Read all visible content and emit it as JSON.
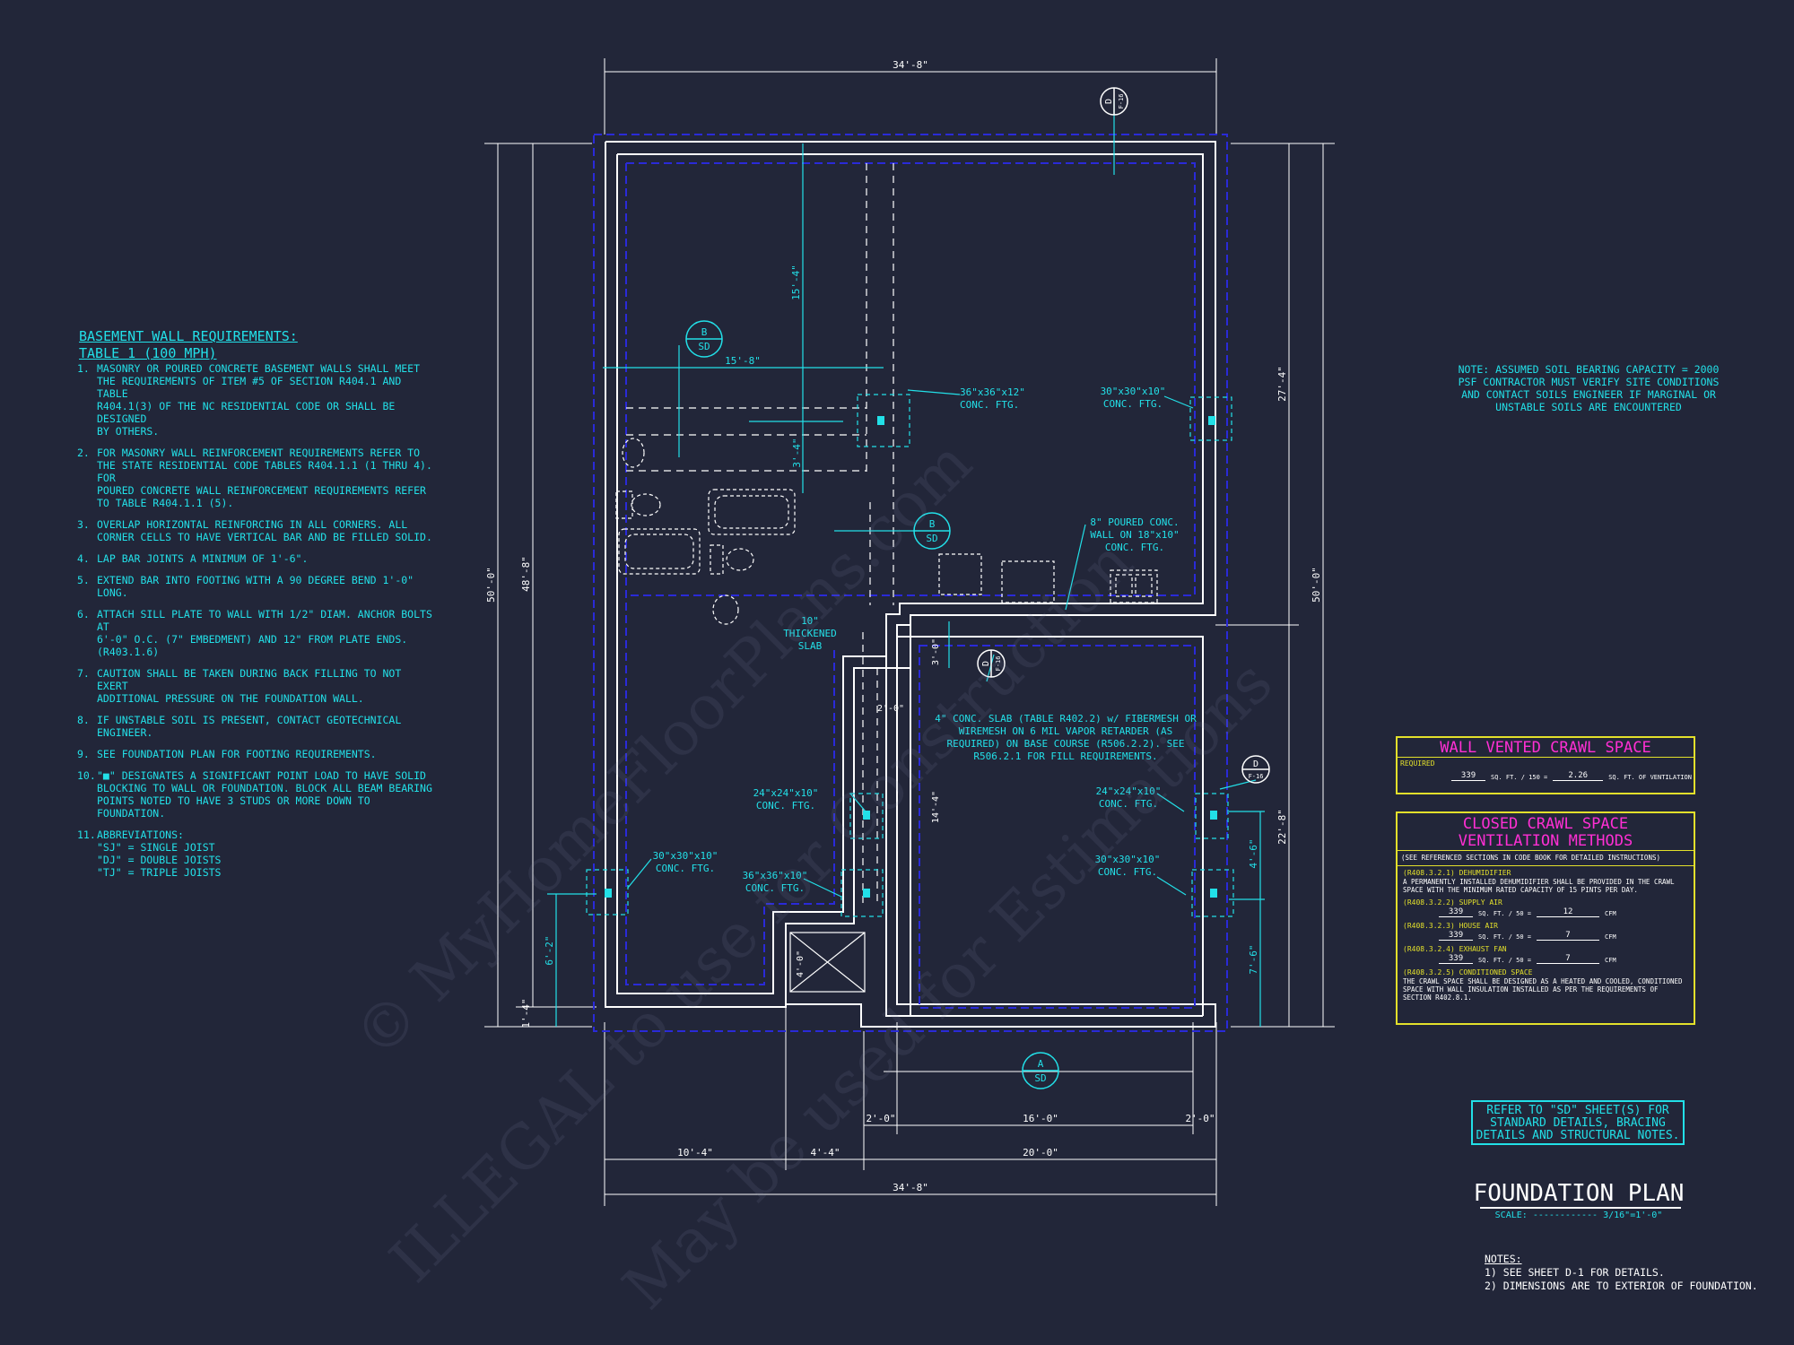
{
  "colors": {
    "background": "#222639",
    "wall_line": "#ffffff",
    "dashed_outline": "#2a2ad8",
    "annotation": "#22e0e8",
    "panel_border": "#e3e02b",
    "panel_title": "#ff2fd4"
  },
  "requirements": {
    "heading": "BASEMENT WALL REQUIREMENTS:",
    "subheading": "TABLE 1 (100 MPH)",
    "items": [
      {
        "num": "1.",
        "text": "MASONRY OR POURED CONCRETE BASEMENT WALLS SHALL MEET\nTHE REQUIREMENTS OF ITEM #5 OF SECTION R404.1 AND TABLE\nR404.1(3) OF THE NC RESIDENTIAL CODE OR SHALL BE DESIGNED\nBY OTHERS."
      },
      {
        "num": "2.",
        "text": "FOR MASONRY WALL REINFORCEMENT REQUIREMENTS REFER TO\nTHE STATE RESIDENTIAL CODE TABLES R404.1.1 (1 THRU 4). FOR\nPOURED CONCRETE WALL REINFORCEMENT REQUIREMENTS REFER\nTO TABLE R404.1.1 (5)."
      },
      {
        "num": "3.",
        "text": "OVERLAP HORIZONTAL REINFORCING IN ALL CORNERS.  ALL\nCORNER CELLS TO HAVE VERTICAL BAR AND BE FILLED SOLID."
      },
      {
        "num": "4.",
        "text": "LAP BAR JOINTS A MINIMUM OF 1'-6\"."
      },
      {
        "num": "5.",
        "text": "EXTEND BAR INTO FOOTING WITH A 90 DEGREE BEND 1'-0\" LONG."
      },
      {
        "num": "6.",
        "text": "ATTACH SILL PLATE TO WALL WITH 1/2\" DIAM. ANCHOR BOLTS AT\n6'-0\" O.C. (7\" EMBEDMENT) AND 12\" FROM PLATE ENDS. (R403.1.6)"
      },
      {
        "num": "7.",
        "text": "CAUTION SHALL BE TAKEN DURING BACK FILLING TO NOT EXERT\nADDITIONAL PRESSURE ON THE FOUNDATION WALL."
      },
      {
        "num": "8.",
        "text": "IF UNSTABLE SOIL IS PRESENT, CONTACT GEOTECHNICAL ENGINEER."
      },
      {
        "num": "9.",
        "text": "SEE FOUNDATION PLAN FOR FOOTING REQUIREMENTS."
      },
      {
        "num": "10.",
        "text": "\"■\" DESIGNATES A SIGNIFICANT POINT LOAD TO HAVE SOLID\nBLOCKING TO WALL OR FOUNDATION.  BLOCK ALL BEAM BEARING\nPOINTS NOTED TO HAVE 3 STUDS OR MORE DOWN TO FOUNDATION."
      },
      {
        "num": "11.",
        "text": "ABBREVIATIONS:\n   \"SJ\" = SINGLE JOIST\n   \"DJ\" = DOUBLE JOISTS\n   \"TJ\" = TRIPLE JOISTS"
      }
    ]
  },
  "soil_note": "NOTE: ASSUMED SOIL BEARING CAPACITY = 2000 PSF CONTRACTOR MUST VERIFY SITE CONDITIONS AND CONTACT SOILS ENGINEER IF MARGINAL OR UNSTABLE SOILS ARE ENCOUNTERED",
  "vented_crawl": {
    "title": "WALL VENTED CRAWL SPACE",
    "required_label": "REQUIRED",
    "area": "339",
    "area_unit": "SQ. FT. / 150 =",
    "vent": "2.26",
    "vent_unit": "SQ. FT. OF VENTILATION"
  },
  "closed_crawl": {
    "title_line1": "CLOSED CRAWL SPACE",
    "title_line2": "VENTILATION METHODS",
    "instruction": "(SEE REFERENCED SECTIONS IN CODE BOOK FOR DETAILED INSTRUCTIONS)",
    "dehumidifier_head": "(R408.3.2.1) DEHUMIDIFIER",
    "dehumidifier_text": "A PERMANENTLY INSTALLED DEHUMIDIFIER SHALL BE PROVIDED IN THE CRAWL SPACE WITH THE MINIMUM RATED CAPACITY OF 15 PINTS PER DAY.",
    "rows": [
      {
        "head": "(R408.3.2.2) SUPPLY AIR",
        "area": "339",
        "unit": "SQ. FT. / 50 =",
        "value": "12",
        "cfm": "CFM"
      },
      {
        "head": "(R408.3.2.3) HOUSE AIR",
        "area": "339",
        "unit": "SQ. FT. / 50 =",
        "value": "7",
        "cfm": "CFM"
      },
      {
        "head": "(R408.3.2.4) EXHAUST FAN",
        "area": "339",
        "unit": "SQ. FT. / 50 =",
        "value": "7",
        "cfm": "CFM"
      }
    ],
    "conditioned_head": "(R408.3.2.5) CONDITIONED SPACE",
    "conditioned_text": "THE CRAWL SPACE SHALL BE DESIGNED AS A HEATED AND COOLED, CONDITIONED SPACE WITH WALL INSULATION INSTALLED AS PER THE REQUIREMENTS OF SECTION R402.8.1."
  },
  "refer_note": "REFER TO \"SD\" SHEET(S) FOR STANDARD DETAILS, BRACING DETAILS AND STRUCTURAL NOTES.",
  "title_block": {
    "title": "FOUNDATION PLAN",
    "scale_label": "SCALE:",
    "scale_value": "3/16\"=1'-0\""
  },
  "general_notes": {
    "heading": "NOTES:",
    "items": [
      "1)  SEE SHEET D-1 FOR DETAILS.",
      "2)  DIMENSIONS ARE TO EXTERIOR OF FOUNDATION."
    ]
  },
  "plan": {
    "dim_top": "34'-8\"",
    "dim_bottom": "34'-8\"",
    "dim_left_outer": "50'-0\"",
    "dim_left_inner": "48'-8\"",
    "dim_right_outer": "50'-0\"",
    "dim_right_upper": "27'-4\"",
    "dim_right_lower": "22'-8\"",
    "dim_right_a": "4'-6\"",
    "dim_right_b": "7'-6\"",
    "dim_left_a": "6'-2\"",
    "dim_left_b": "1'-4\"",
    "dim_interior_15_4": "15'-4\"",
    "dim_interior_15_8": "15'-8\"",
    "dim_interior_3_4": "3'-4\"",
    "dim_interior_3_0": "3'-0\"",
    "dim_interior_2_0": "2'-0\"",
    "dim_interior_14_4": "14'-4\"",
    "dim_interior_4_0": "4'-0\"",
    "dim_bottom_a": "2'-0\"",
    "dim_bottom_b": "16'-0\"",
    "dim_bottom_c": "2'-0\"",
    "dim_bottom_d": "10'-4\"",
    "dim_bottom_e": "4'-4\"",
    "dim_bottom_f": "20'-0\"",
    "ftg_36_12_line1": "36\"x36\"x12\"",
    "ftg_36_12_line2": "CONC. FTG.",
    "ftg_30_top_line1": "30\"x30\"x10\"",
    "ftg_30_top_line2": "CONC. FTG.",
    "wall_note_line1": "8\" POURED CONC.",
    "wall_note_line2": "WALL ON 18\"x10\"",
    "wall_note_line3": "CONC. FTG.",
    "slab_note_line1": "10\"",
    "slab_note_line2": "THICKENED",
    "slab_note_line3": "SLAB",
    "slab4_line1": "4\" CONC. SLAB (TABLE R402.2) w/ FIBERMESH OR",
    "slab4_line2": "WIREMESH ON 6 MIL VAPOR RETARDER (AS",
    "slab4_line3": "REQUIRED) ON BASE COURSE (R506.2.2). SEE",
    "slab4_line4": "R506.2.1 FOR FILL REQUIREMENTS.",
    "ftg_24_left_line1": "24\"x24\"x10\"",
    "ftg_24_left_line2": "CONC. FTG.",
    "ftg_24_right_line1": "24\"x24\"x10\"",
    "ftg_24_right_line2": "CONC. FTG.",
    "ftg_30_left_line1": "30\"x30\"x10\"",
    "ftg_30_left_line2": "CONC. FTG.",
    "ftg_36_10_line1": "36\"x36\"x10\"",
    "ftg_36_10_line2": "CONC. FTG.",
    "ftg_30_right_line1": "30\"x30\"x10\"",
    "ftg_30_right_line2": "CONC. FTG.",
    "tag_b_top": "B",
    "tag_sd_top": "SD",
    "tag_b_mid": "B",
    "tag_sd_mid": "SD",
    "tag_a": "A",
    "tag_sd_a": "SD",
    "tag_d_top": "D",
    "tag_d_top_ref": "F-16",
    "tag_d_mid": "D",
    "tag_d_mid_ref": "F-16",
    "tag_d_right": "D",
    "tag_d_right_ref": "F-16"
  },
  "watermark": {
    "line1": "© MyHomeFloorPlans.com",
    "line2": "ILLEGAL to use for Construction",
    "line3": "May be used for Estimations"
  }
}
